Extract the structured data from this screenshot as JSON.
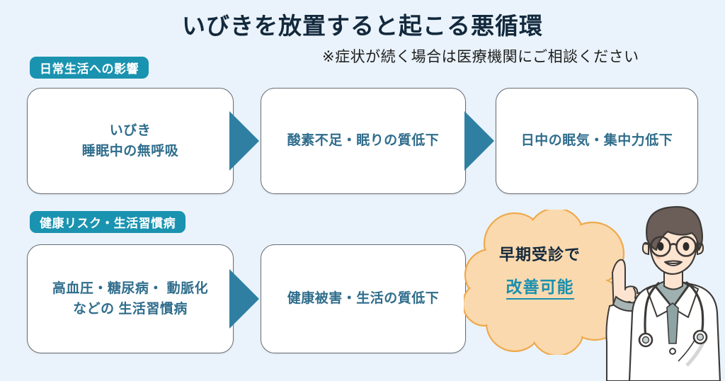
{
  "page": {
    "background_color": "#eaf3fb",
    "title": "いびきを放置すると起こる悪循環",
    "subtitle": "※症状が続く場合は医療機関にご相談ください"
  },
  "colors": {
    "badge_teal": "#1a93b0",
    "box_text_blue": "#2f6d8c",
    "arrow_blue": "#2f7fa2",
    "title_navy": "#13293d",
    "cloud_fill": "#fbd9ae",
    "cloud_stroke": "#efa94c",
    "accent_teal": "#1a8fae"
  },
  "sections": [
    {
      "badge": "日常生活への影響",
      "steps": [
        {
          "text": "いびき\n睡眠中の無呼吸"
        },
        {
          "text": "酸素不足・眠りの質低下"
        },
        {
          "text": "日中の眠気・集中力低下"
        }
      ]
    },
    {
      "badge": "健康リスク・生活習慣病",
      "steps": [
        {
          "text": "高血圧・糖尿病・ 動脈化\nなどの 生活習慣病"
        },
        {
          "text": "健康被害・生活の質低下"
        }
      ]
    }
  ],
  "callout": {
    "line1": "早期受診で",
    "line2": "改善可能"
  },
  "illustration": {
    "name": "doctor-pointing-up",
    "description": "男性医師 白衣 眼鏡 聴診器 指差し"
  },
  "icons": {
    "arrow": "triangle-right-icon",
    "cloud": "cloud-callout-icon"
  }
}
